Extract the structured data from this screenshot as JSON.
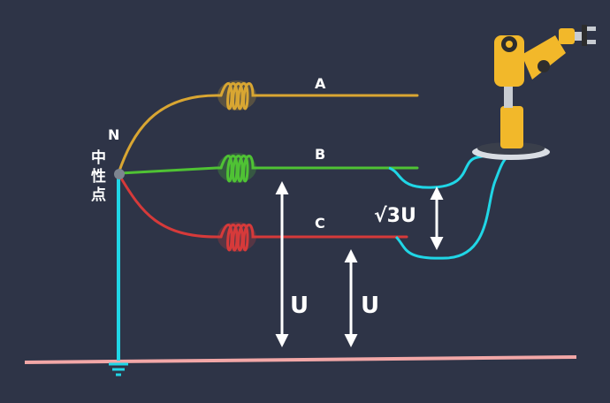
{
  "diagram": {
    "neutral_label": "N",
    "neutral_chars": [
      "中",
      "性",
      "点"
    ],
    "phases": [
      {
        "label": "A",
        "color": "#d9a632"
      },
      {
        "label": "B",
        "color": "#4fc234"
      },
      {
        "label": "C",
        "color": "#d63a3a"
      }
    ],
    "voltage_phase": "U",
    "voltage_line": "√3U",
    "touch_wire_color": "#20d6e6",
    "ground_line_color": "#f2a7a7",
    "background": "#2e3447"
  }
}
